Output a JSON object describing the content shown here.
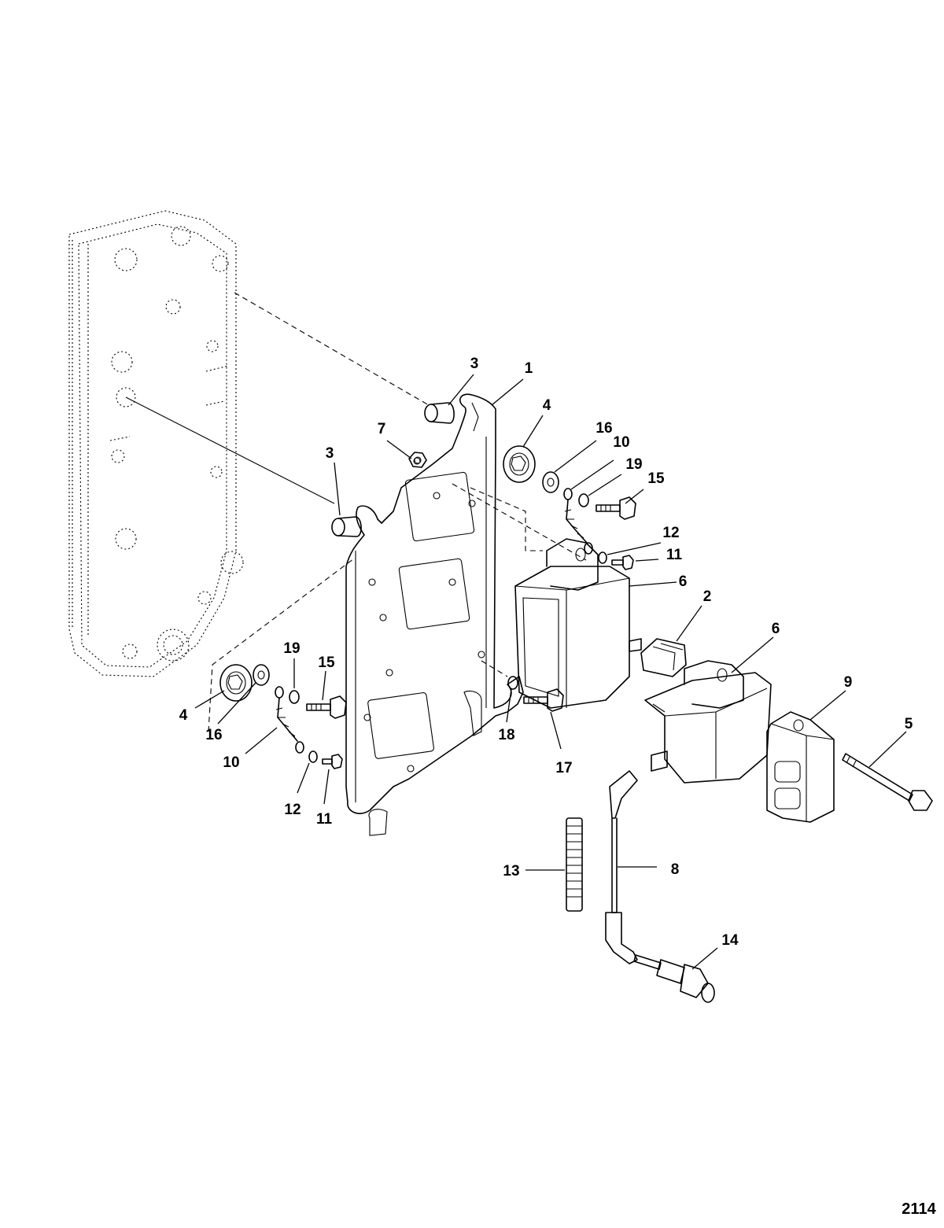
{
  "figure_number": "2114",
  "callouts": [
    {
      "id": "c3a",
      "label": "3"
    },
    {
      "id": "c1",
      "label": "1"
    },
    {
      "id": "c4a",
      "label": "4"
    },
    {
      "id": "c7",
      "label": "7"
    },
    {
      "id": "c16a",
      "label": "16"
    },
    {
      "id": "c10a",
      "label": "10"
    },
    {
      "id": "c3b",
      "label": "3"
    },
    {
      "id": "c19a",
      "label": "19"
    },
    {
      "id": "c15a",
      "label": "15"
    },
    {
      "id": "c12a",
      "label": "12"
    },
    {
      "id": "c11a",
      "label": "11"
    },
    {
      "id": "c6a",
      "label": "6"
    },
    {
      "id": "c2",
      "label": "2"
    },
    {
      "id": "c6b",
      "label": "6"
    },
    {
      "id": "c19b",
      "label": "19"
    },
    {
      "id": "c15b",
      "label": "15"
    },
    {
      "id": "c9",
      "label": "9"
    },
    {
      "id": "c5",
      "label": "5"
    },
    {
      "id": "c4b",
      "label": "4"
    },
    {
      "id": "c16b",
      "label": "16"
    },
    {
      "id": "c18",
      "label": "18"
    },
    {
      "id": "c10b",
      "label": "10"
    },
    {
      "id": "c17",
      "label": "17"
    },
    {
      "id": "c12b",
      "label": "12"
    },
    {
      "id": "c11b",
      "label": "11"
    },
    {
      "id": "c13",
      "label": "13"
    },
    {
      "id": "c8",
      "label": "8"
    },
    {
      "id": "c14",
      "label": "14"
    }
  ]
}
